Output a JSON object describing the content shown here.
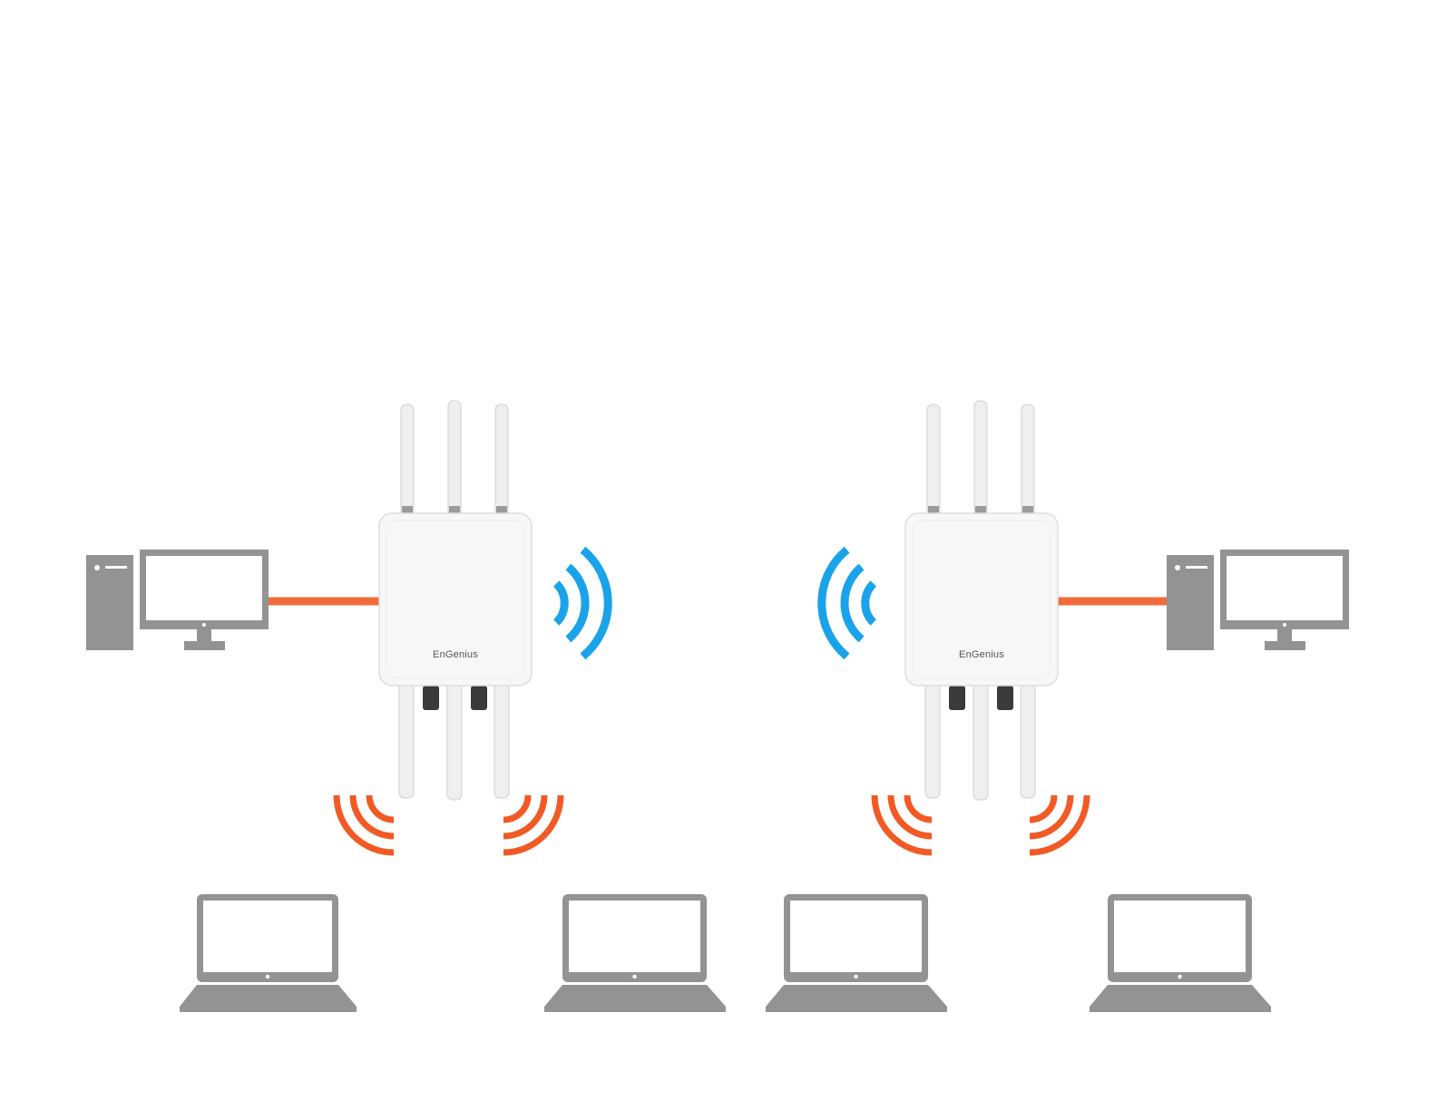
{
  "diagram": {
    "colors": {
      "background": "#ffffff",
      "device_gray": "#939393",
      "screen_white": "#ffffff",
      "ethernet_orange": "#f26b3a",
      "wifi_blue": "#1aa3e8",
      "client_signal_orange": "#f15a24",
      "ap_body": "#f7f7f7",
      "ap_outline": "#dddddd",
      "antenna": "#efefef",
      "connector": "#3a3a3a"
    },
    "access_points": [
      {
        "brand": "EnGenius",
        "icon": "access-point-icon"
      },
      {
        "brand": "EnGenius",
        "icon": "access-point-icon"
      }
    ],
    "desktops": [
      {
        "icon": "desktop-computer-icon"
      },
      {
        "icon": "desktop-computer-icon"
      }
    ],
    "laptops": [
      {
        "icon": "laptop-icon"
      },
      {
        "icon": "laptop-icon"
      },
      {
        "icon": "laptop-icon"
      },
      {
        "icon": "laptop-icon"
      }
    ],
    "links": {
      "wired": "ethernet-cable-line",
      "bridge": "wifi-bridge-signal-icon",
      "client": "client-wifi-signal-icon"
    }
  }
}
